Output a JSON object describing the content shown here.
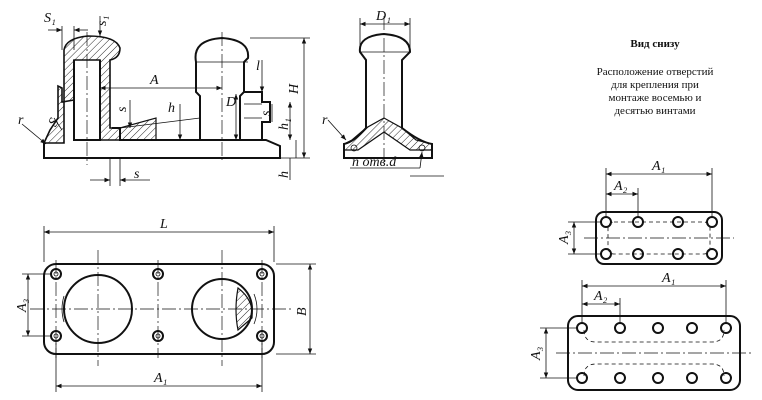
{
  "drawing": {
    "notes": {
      "bottom_view": "Вид снизу",
      "holes_caption": "Расположение отверстий для крепления при монтаже восемью и десятью винтами"
    },
    "labels": {
      "s1_left": "S₁",
      "s1_right": "s₁",
      "d1": "D₁",
      "l_small": "l",
      "a": "A",
      "d": "D",
      "h_upper": "H",
      "h_small": "h",
      "h1": "h₁",
      "h_bottom": "h",
      "s_mid": "s",
      "s_right": "s",
      "s_bottom": "s",
      "r_left": "r",
      "r_right": "r",
      "s_left": "S",
      "n_holes": "n отв.d",
      "L": "L",
      "B": "B",
      "A3_main": "A₃",
      "A1_main": "A₁",
      "A1_top": "A₁",
      "A2_top": "A₂",
      "A3_top": "A₃",
      "A1_bottom": "A₁",
      "A2_bottom": "A₂",
      "A3_bottom": "A₃"
    }
  }
}
